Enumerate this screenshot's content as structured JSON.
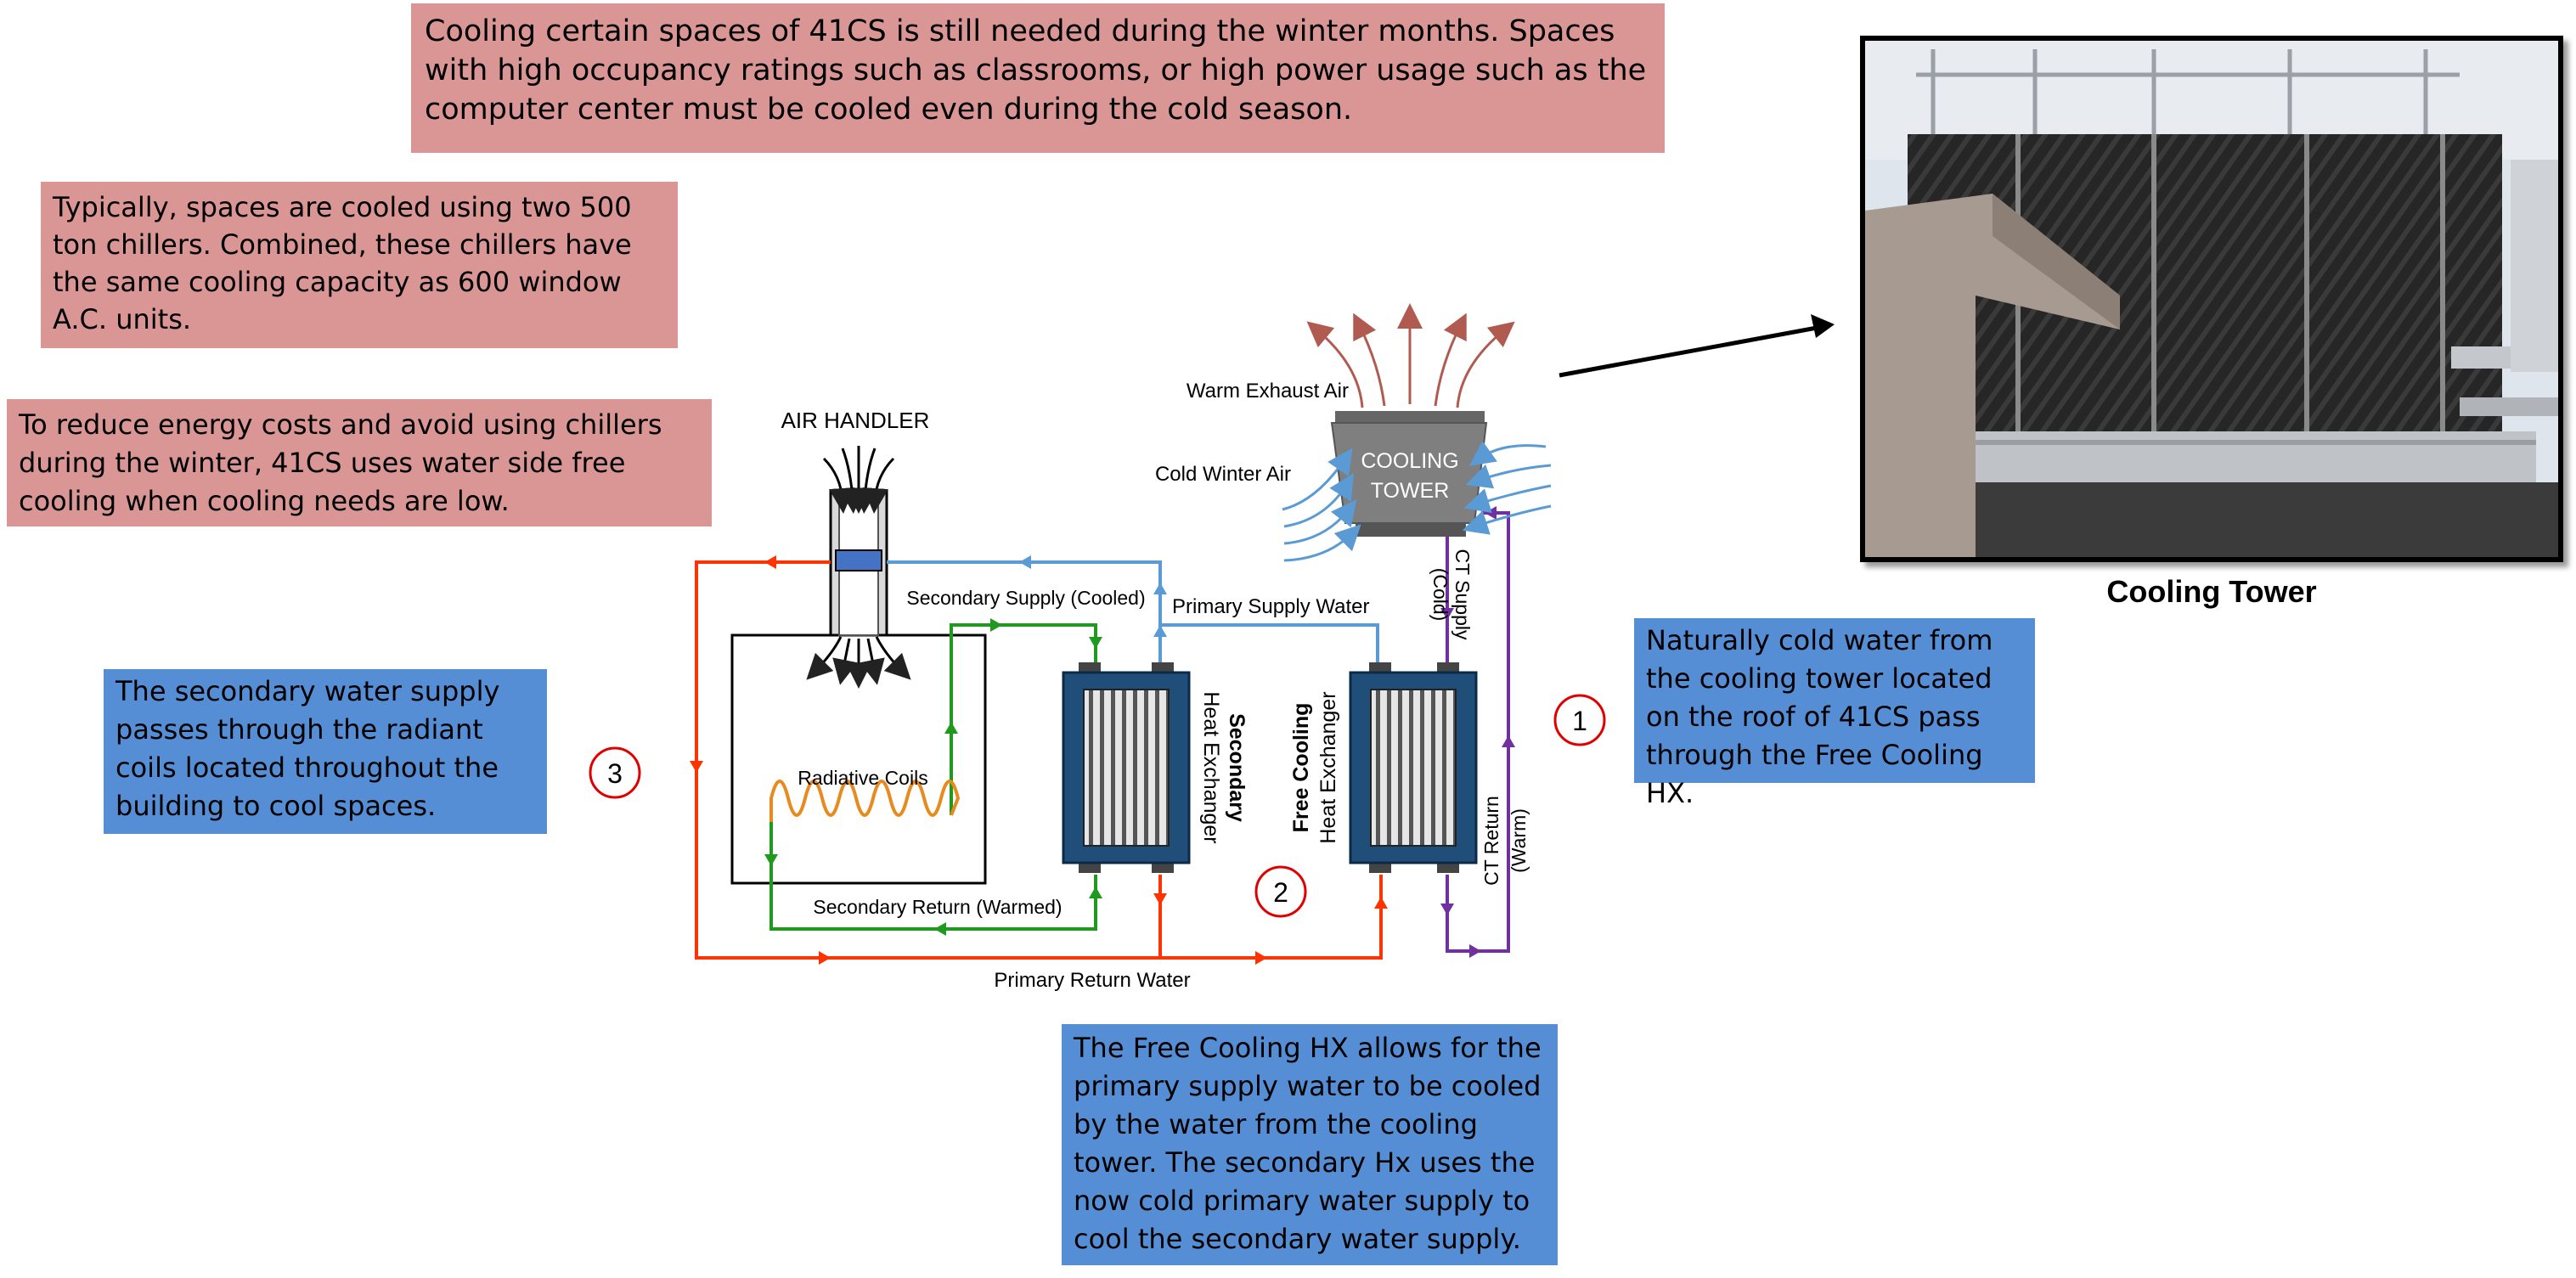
{
  "notes": {
    "top": "Cooling certain spaces of 41CS is still needed during the winter months. Spaces with high occupancy ratings such as classrooms, or high power usage such as the computer center must be cooled even during the cold season.",
    "chillers": "Typically, spaces are cooled using two 500 ton chillers. Combined, these chillers have the same cooling capacity as 600 window A.C. units.",
    "free_cooling": "To reduce energy costs and avoid using chillers during the winter, 41CS uses water side free cooling when cooling needs are low.",
    "secondary": "The secondary water supply passes through the radiant coils located throughout the building to cool spaces.",
    "natural": "Naturally cold water from the cooling tower located on the roof of 41CS pass through the Free Cooling HX.",
    "hx": "The Free Cooling HX allows for the primary supply water to be cooled by the water from the cooling tower. The secondary Hx uses the now cold primary water supply to cool the secondary water supply."
  },
  "diagram": {
    "air_handler": "AIR HANDLER",
    "radiative_coils": "Radiative Coils",
    "secondary_supply": "Secondary Supply (Cooled)",
    "secondary_return": "Secondary Return (Warmed)",
    "primary_supply": "Primary Supply Water",
    "primary_return": "Primary Return Water",
    "cooling_tower_line1": "COOLING",
    "cooling_tower_line2": "TOWER",
    "warm_exhaust": "Warm Exhaust Air",
    "cold_winter": "Cold Winter Air",
    "ct_supply_line1": "CT Supply",
    "ct_supply_line2": "(Cold)",
    "ct_return_line1": "CT Return",
    "ct_return_line2": "(Warm)",
    "secondary_hx_line1": "Secondary",
    "secondary_hx_line2": "Heat Exchanger",
    "free_hx_line1": "Free Cooling",
    "free_hx_line2": "Heat Exchanger",
    "marker_1": "1",
    "marker_2": "2",
    "marker_3": "3"
  },
  "photo": {
    "caption": "Cooling Tower"
  },
  "colors": {
    "note_red": "#da9694",
    "note_blue": "#558ed5",
    "primary_supply": "#5b9bd5",
    "primary_return": "#ff3300",
    "secondary": "#1f9a1f",
    "cooling_tower_loop": "#7030a0",
    "exhaust_air": "#b05a50",
    "heat_exchanger": "#1f4e79",
    "coil": "#e88a1e"
  }
}
